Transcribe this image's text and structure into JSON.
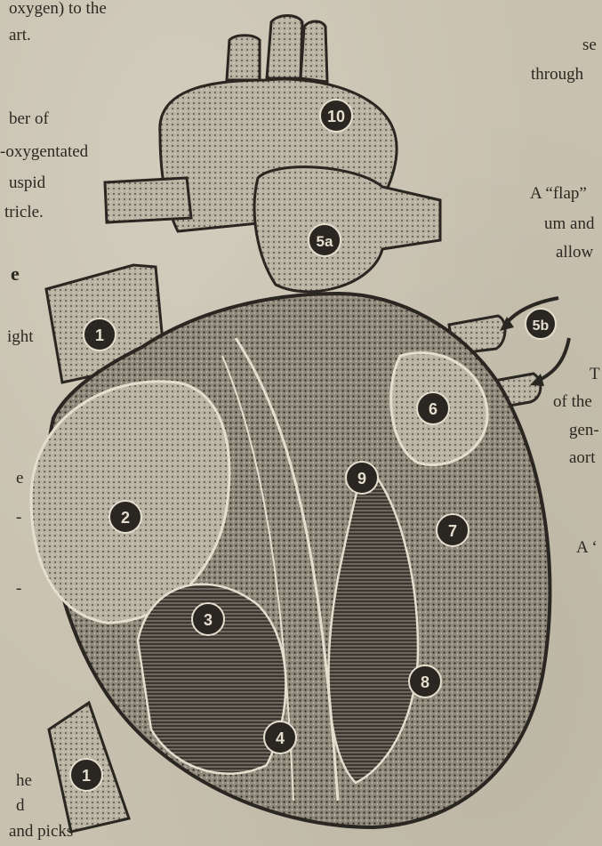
{
  "left_text": {
    "line1": "oxygen) to the",
    "line2": "art.",
    "line3": "ber of",
    "line4": "-oxygentated",
    "line5": "uspid",
    "line6": "tricle.",
    "line7": "e",
    "line8": "ight",
    "line9": "e",
    "line10": "-",
    "line11": "-",
    "line12": "he",
    "line13": "d",
    "line14": "and picks"
  },
  "right_text": {
    "line1": "se",
    "line2": "through",
    "line3": "A “flap”",
    "line4": "um and",
    "line5": "allow",
    "line6": "T",
    "line7": "of the",
    "line8": "gen-",
    "line9": "aort",
    "line10": "A ‘"
  },
  "labels": {
    "n1_top": "1",
    "n1_bottom": "1",
    "n2": "2",
    "n3": "3",
    "n4": "4",
    "n5a": "5a",
    "n5b": "5b",
    "n6": "6",
    "n7": "7",
    "n8": "8",
    "n9": "9",
    "n10": "10"
  },
  "colors": {
    "paper": "#c8c1af",
    "ink": "#2a2621",
    "heart_light": "#d8d2c2",
    "heart_mid": "#8e887a",
    "heart_dark": "#3a352e"
  }
}
